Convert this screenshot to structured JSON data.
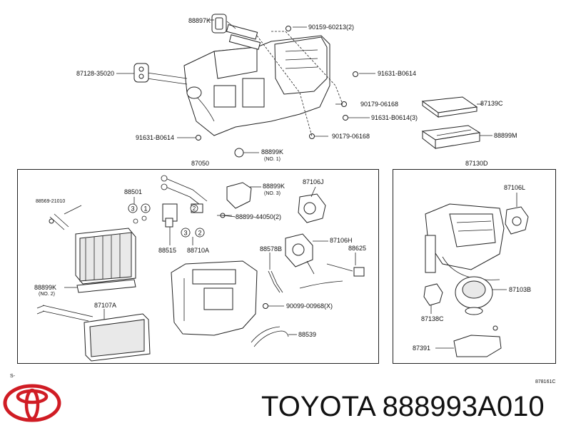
{
  "labels": {
    "p88897k": "88897K",
    "p90159": "90159-60213(2)",
    "p87128": "87128-35020",
    "p91631a": "91631-B0614",
    "p90179a": "90179-06168",
    "p87139c": "87139C",
    "p91631b": "91631-B0614(3)",
    "p88899m": "88899M",
    "p91631c": "91631-B0614",
    "p90179b": "90179-06168",
    "p88899k_top": "88899K",
    "p88899k_top_sub": "(NO. 1)",
    "p87050": "87050",
    "p87130d": "87130D",
    "p88569": "88569-21010",
    "p88501": "88501",
    "p88899k_mid": "88899K",
    "p88899k_mid_sub": "(NO. 3)",
    "p87106j": "87106J",
    "p88899_44050": "88899-44050(2)",
    "p88515": "88515",
    "p88710a": "88710A",
    "p87106h": "87106H",
    "p88578b": "88578B",
    "p88625": "88625",
    "p88899k_low": "88899K",
    "p88899k_low_sub": "(NO. 2)",
    "p87107a": "87107A",
    "p90099": "90099-00968(X)",
    "p88539": "88539",
    "p87106l": "87106L",
    "p87103b": "87103B",
    "p87138c": "87138C",
    "p87391": "87391",
    "c1": "1",
    "c3": "3",
    "c2": "2",
    "c3b": "3",
    "c2b": "2"
  },
  "footer": {
    "left_code": "S-",
    "diagram_code": "878161C"
  },
  "brand": {
    "text": "TOYOTA 888993A010",
    "logo_color": "#d01c24"
  }
}
